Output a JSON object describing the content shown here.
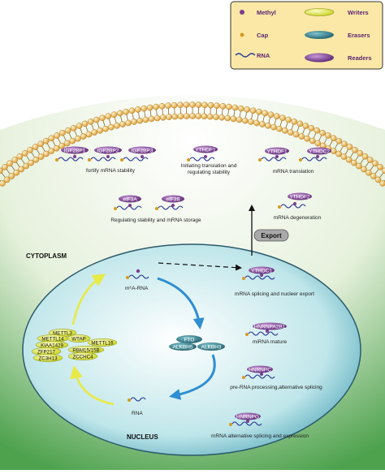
{
  "legend": {
    "methyl": "Methyl",
    "writers": "Writers",
    "cap": "Cap",
    "erasers": "Erasers",
    "rna": "RNA",
    "readers": "Readers"
  },
  "regions": {
    "cytoplasm": "CYTOPLASM",
    "nucleus": "NUCLEUS"
  },
  "cytoplasm_readers": {
    "igf2bp1": "IGF2BP1",
    "igf2bp2": "IGF2BP2",
    "igf2bp3": "IGF2BP3",
    "fortify_caption": "fortify mRNA stability",
    "ythdf1": "YTHDF1",
    "initiating_caption_1": "Initiating translation and",
    "initiating_caption_2": "regulating stability",
    "ythdf1b": "YTHDF1",
    "ythdc2": "YTHDC2",
    "translation_caption": "mRNA translation",
    "eif3a": "eIF3A",
    "eif3b": "eIF3B",
    "storage_caption": "Regulating stability and mRNA storage",
    "ythdf2": "YTHDF2",
    "degeneration_caption": "mRNA degeneration"
  },
  "export_label": "Export",
  "nucleus": {
    "m6a_rna": "m⁶A-RNA",
    "rna": "RNA",
    "writers": [
      "METTL3",
      "METTL14",
      "WTAP",
      "METTL16",
      "KIAA1429",
      "RBM15/15B",
      "ZFP217",
      "ZCCHC4",
      "ZC3H13"
    ],
    "erasers": [
      "FTO",
      "ALKBH5",
      "ALKBH3"
    ]
  },
  "nuclear_readers": {
    "ythdc1": "YTHDC1",
    "ythdc1_caption": "mRNA splicing and nucleer export",
    "hnrnpa2b1": "HNRNPA2B1",
    "hnrnpa2b1_caption": "miRNA mature",
    "hnrnpc": "HNRNPC",
    "hnrnpc_caption": "pre-RNA processing,alternative splicing",
    "hnrnpg": "HNRNPG",
    "hnrnpg_caption": "mRNA alternative splicing and expression"
  },
  "colors": {
    "membrane": "#f0a72a",
    "cytoplasm_bg": "#ffffff",
    "nucleus_fill": "#a8dde2",
    "nucleus_border": "#2c5a6b",
    "writer": "#e2e83a",
    "eraser": "#2b7c89",
    "reader": "#6d2f86",
    "methyl": "#7b3d8c",
    "cap": "#d79a1f",
    "rna_line": "#2a3d96",
    "arrow_blue": "#2f8ed2",
    "arrow_yellow": "#e8ea45",
    "legend_bg": "#fbe8a6"
  }
}
